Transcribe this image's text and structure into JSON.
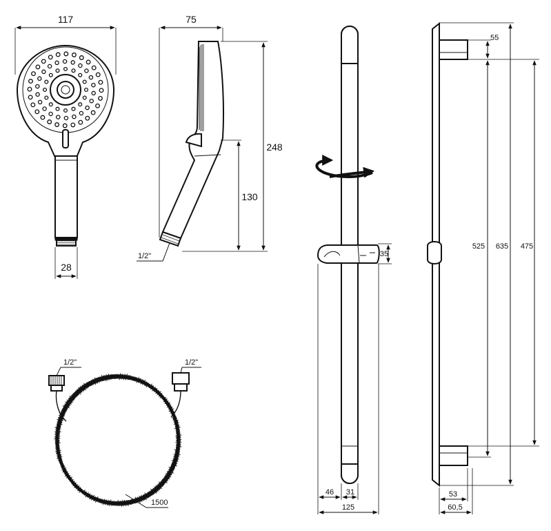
{
  "dimensions": {
    "head_width": "117",
    "handle_diameter": "28",
    "side_depth": "75",
    "total_length": "248",
    "handle_length": "130",
    "thread_side": "1/2\"",
    "hose_end_left": "1/2\"",
    "hose_end_right": "1/2\"",
    "hose_length": "1500",
    "holder_height": "35",
    "holder_offset": "46",
    "holder_depth": "31",
    "holder_total": "125",
    "bracket_height": "55",
    "bracket_spacing_inner": "525",
    "bracket_spacing_total": "635",
    "bracket_spacing_centers": "475",
    "bracket_depth": "53",
    "bracket_depth_total": "60,5"
  },
  "colors": {
    "line": "#111111",
    "background": "#ffffff"
  },
  "icons": {
    "rotation": "rotation-arrow-icon"
  }
}
